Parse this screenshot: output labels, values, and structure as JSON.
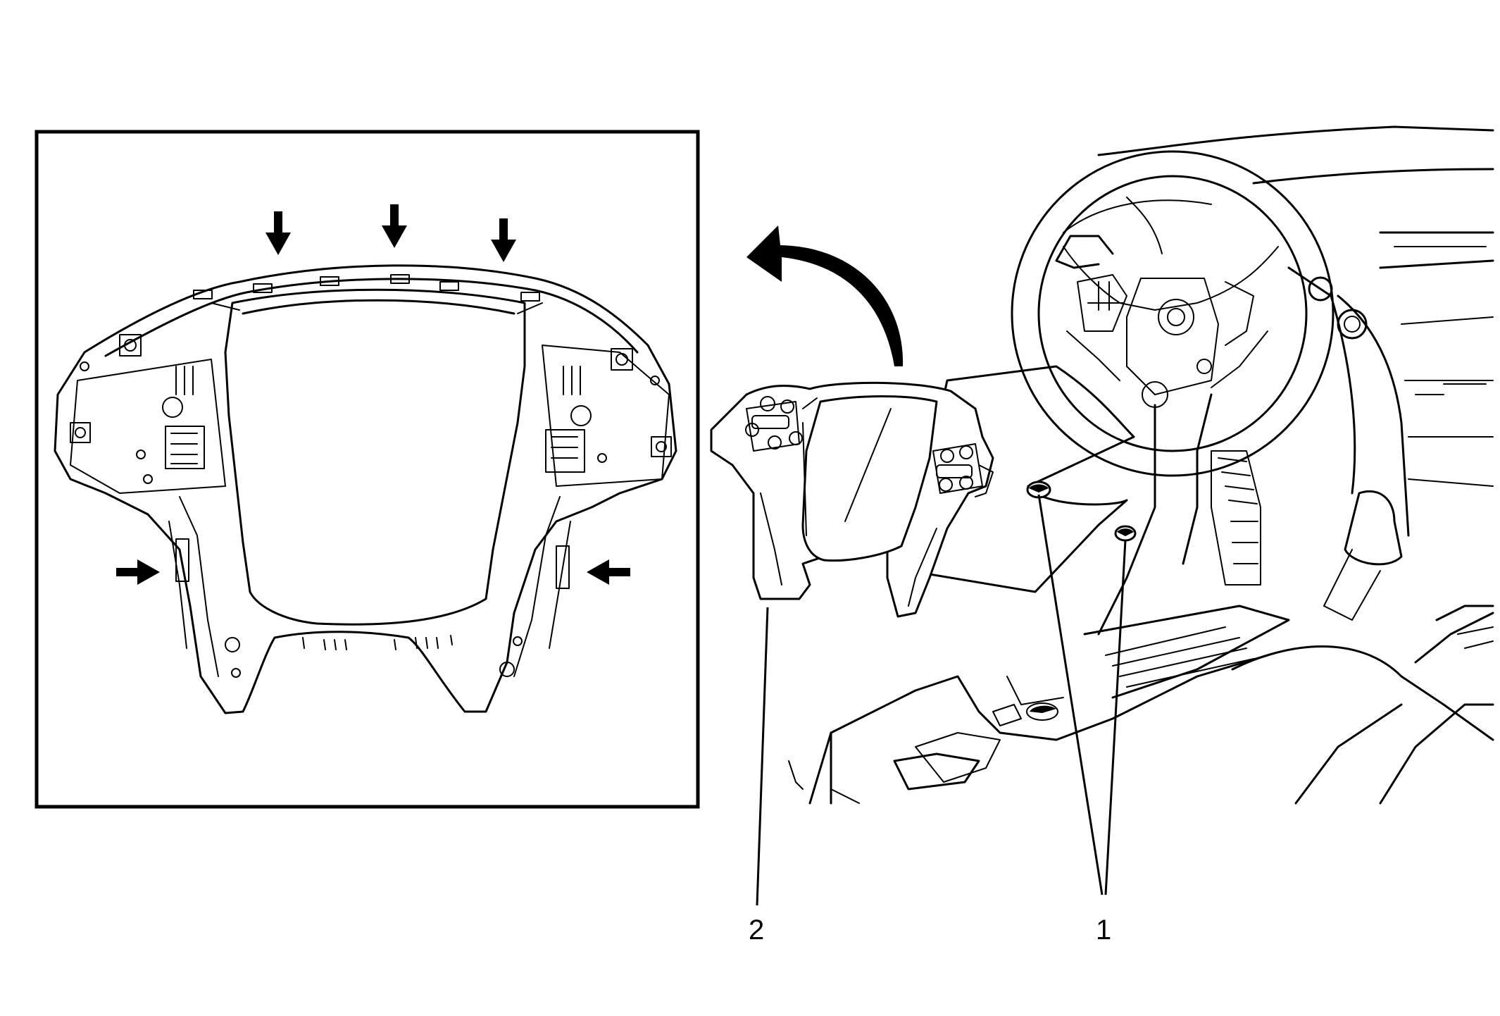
{
  "callouts": [
    {
      "id": "1",
      "label": "1"
    },
    {
      "id": "2",
      "label": "2"
    }
  ],
  "icons": {
    "removal_direction": "curved-arrow-icon",
    "clip_locations": "arrow-icon"
  },
  "colors": {
    "line": "#000000",
    "background": "#ffffff"
  }
}
